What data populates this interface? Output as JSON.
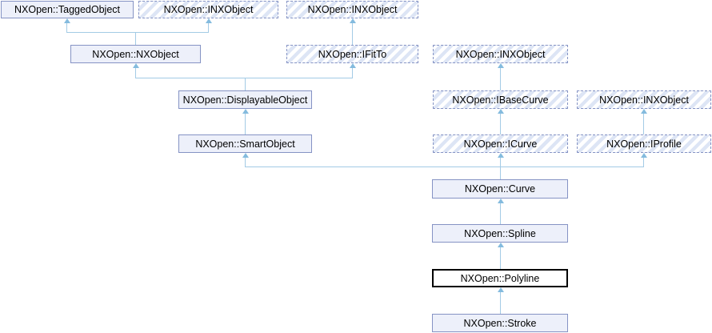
{
  "diagram": {
    "kind": "class-inheritance-graph",
    "current_class": "NXOpen::Polyline"
  },
  "nodes": {
    "tagged_object": {
      "label": "NXOpen::TaggedObject",
      "style": "class"
    },
    "inx_object_a": {
      "label": "NXOpen::INXObject",
      "style": "interface"
    },
    "inx_object_b": {
      "label": "NXOpen::INXObject",
      "style": "interface"
    },
    "nx_object": {
      "label": "NXOpen::NXObject",
      "style": "class"
    },
    "ifitto": {
      "label": "NXOpen::IFitTo",
      "style": "interface"
    },
    "inx_object_c": {
      "label": "NXOpen::INXObject",
      "style": "interface"
    },
    "displayable_object": {
      "label": "NXOpen::DisplayableObject",
      "style": "class"
    },
    "ibase_curve": {
      "label": "NXOpen::IBaseCurve",
      "style": "interface"
    },
    "inx_object_d": {
      "label": "NXOpen::INXObject",
      "style": "interface"
    },
    "smart_object": {
      "label": "NXOpen::SmartObject",
      "style": "class"
    },
    "icurve": {
      "label": "NXOpen::ICurve",
      "style": "interface"
    },
    "iprofile": {
      "label": "NXOpen::IProfile",
      "style": "interface"
    },
    "curve": {
      "label": "NXOpen::Curve",
      "style": "class"
    },
    "spline": {
      "label": "NXOpen::Spline",
      "style": "class"
    },
    "polyline": {
      "label": "NXOpen::Polyline",
      "style": "current"
    },
    "stroke": {
      "label": "NXOpen::Stroke",
      "style": "class"
    }
  },
  "edges": [
    {
      "child": "NXOpen::NXObject",
      "parent": "NXOpen::TaggedObject"
    },
    {
      "child": "NXOpen::NXObject",
      "parent": "NXOpen::INXObject"
    },
    {
      "child": "NXOpen::IFitTo",
      "parent": "NXOpen::INXObject"
    },
    {
      "child": "NXOpen::DisplayableObject",
      "parent": "NXOpen::NXObject"
    },
    {
      "child": "NXOpen::DisplayableObject",
      "parent": "NXOpen::IFitTo"
    },
    {
      "child": "NXOpen::IBaseCurve",
      "parent": "NXOpen::INXObject"
    },
    {
      "child": "NXOpen::SmartObject",
      "parent": "NXOpen::DisplayableObject"
    },
    {
      "child": "NXOpen::ICurve",
      "parent": "NXOpen::IBaseCurve"
    },
    {
      "child": "NXOpen::IProfile",
      "parent": "NXOpen::INXObject"
    },
    {
      "child": "NXOpen::Curve",
      "parent": "NXOpen::SmartObject"
    },
    {
      "child": "NXOpen::Curve",
      "parent": "NXOpen::ICurve"
    },
    {
      "child": "NXOpen::Curve",
      "parent": "NXOpen::IProfile"
    },
    {
      "child": "NXOpen::Spline",
      "parent": "NXOpen::Curve"
    },
    {
      "child": "NXOpen::Polyline",
      "parent": "NXOpen::Spline"
    },
    {
      "child": "NXOpen::Stroke",
      "parent": "NXOpen::Polyline"
    }
  ],
  "colors": {
    "background": "#ffffff",
    "class_box_fill": "#edf0fa",
    "class_box_border": "#8593c4",
    "interface_hatch_stripe": "#dde5f5",
    "current_box_border": "#000000",
    "current_box_fill": "#ffffff",
    "edge_line": "#a3cbe5",
    "edge_arrowhead": "#84bbde",
    "text": "#000000"
  }
}
